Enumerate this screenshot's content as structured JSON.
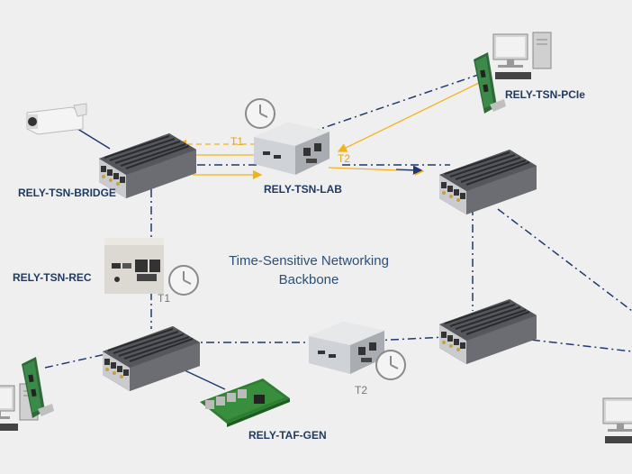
{
  "diagram": {
    "center_title_line1": "Time-Sensitive Networking",
    "center_title_line2": "Backbone",
    "labels": {
      "bridge": "RELY-TSN-BRIDGE",
      "lab": "RELY-TSN-LAB",
      "pcie": "RELY-TSN-PCIe",
      "rec": "RELY-TSN-REC",
      "traf_gen": "RELY-TAF-GEN"
    },
    "time_labels": {
      "lab_t1": "T1",
      "lab_t2": "T2",
      "rec_t1": "T1",
      "bottom_t2": "T2"
    },
    "colors": {
      "dashdot_link": "#1f3a6f",
      "timing_arrow": "#f2b21b",
      "t_label_orange": "#e8a215",
      "t_label_gray": "#777777",
      "label_text": "#1f3a5f"
    },
    "icons": [
      "security-camera-icon",
      "switch-device-icon",
      "clock-icon",
      "mini-pc-icon",
      "desktop-computer-icon",
      "pcie-card-icon",
      "traffic-generator-board-icon"
    ]
  }
}
